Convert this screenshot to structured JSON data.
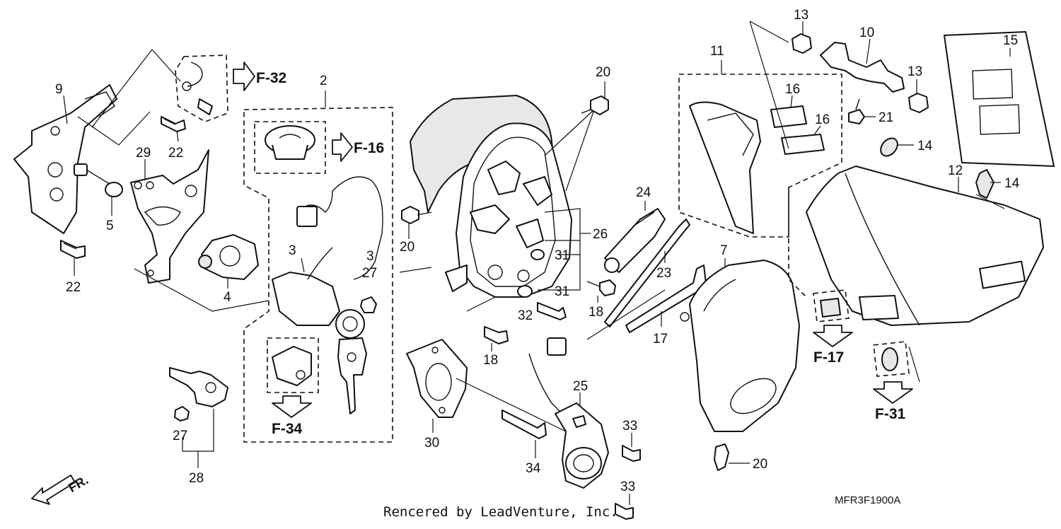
{
  "diagram": {
    "callouts": {
      "c1": "2",
      "c2": "3",
      "c3": "3",
      "c4": "4",
      "c5": "5",
      "c6": "7",
      "c7": "9",
      "c8": "10",
      "c9": "11",
      "c10": "12",
      "c11": "13",
      "c12": "13",
      "c13": "14",
      "c14": "14",
      "c15": "15",
      "c16": "16",
      "c17": "16",
      "c18": "17",
      "c19": "18",
      "c20": "18",
      "c21": "20",
      "c22": "20",
      "c23": "20",
      "c24": "21",
      "c25": "22",
      "c26": "22",
      "c27": "23",
      "c28": "24",
      "c29": "25",
      "c30": "26",
      "c31": "27",
      "c32": "27",
      "c33": "28",
      "c34": "29",
      "c35": "30",
      "c36": "31",
      "c37": "31",
      "c38": "32",
      "c39": "33",
      "c40": "33",
      "c41": "34"
    },
    "references": {
      "r1": "F-32",
      "r2": "F-16",
      "r3": "F-34",
      "r4": "F-17",
      "r5": "F-31"
    },
    "direction_label": "FR.",
    "footer": "Rencered by LeadVenture, Inc.",
    "diagram_code": "MFR3F1900A"
  }
}
